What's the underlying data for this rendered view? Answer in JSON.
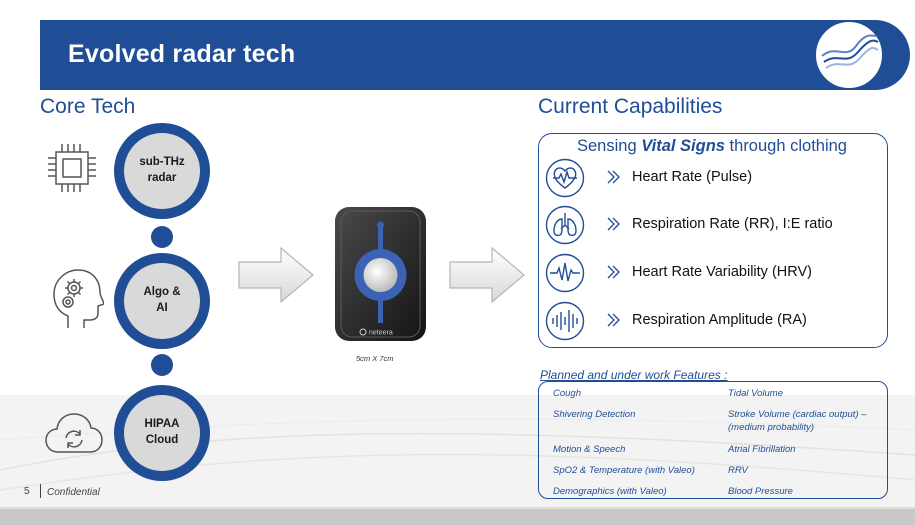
{
  "slide": {
    "title": "Evolved radar tech",
    "logo_icon": "wave-logo-icon",
    "brand_color": "#1f4e96"
  },
  "core_tech": {
    "heading": "Core Tech",
    "items": [
      {
        "label": "sub-THz\nradar",
        "icon": "chip-icon"
      },
      {
        "label": "Algo &\nAI",
        "icon": "head-gears-icon"
      },
      {
        "label": "HIPAA\nCloud",
        "icon": "cloud-sync-icon"
      }
    ]
  },
  "device": {
    "brand": "neteera",
    "dimensions": "5cm X 7cm"
  },
  "capabilities": {
    "heading": "Current Capabilities",
    "subheading_prefix": "Sensing ",
    "subheading_emphasis": "Vital Signs",
    "subheading_suffix": " through clothing",
    "items": [
      {
        "label": "Heart Rate (Pulse)",
        "icon": "heart-pulse-icon"
      },
      {
        "label": "Respiration Rate (RR), I:E ratio",
        "icon": "lungs-icon"
      },
      {
        "label": "Heart Rate Variability (HRV)",
        "icon": "ecg-wave-icon"
      },
      {
        "label": "Respiration Amplitude  (RA)",
        "icon": "sound-wave-icon"
      }
    ]
  },
  "planned": {
    "heading": "Planned and under work Features :",
    "left": [
      "Cough",
      "Shivering Detection",
      "Motion & Speech",
      "SpO2 & Temperature (with Valeo)",
      "Demographics (with Valeo)"
    ],
    "right": [
      "Tidal Volume",
      "Stroke Volume (cardiac output) –\n(medium probability)",
      "Atrial Fibrillation",
      "RRV",
      "Blood Pressure"
    ]
  },
  "footer": {
    "page_number": "5",
    "confidential": "Confidential"
  }
}
